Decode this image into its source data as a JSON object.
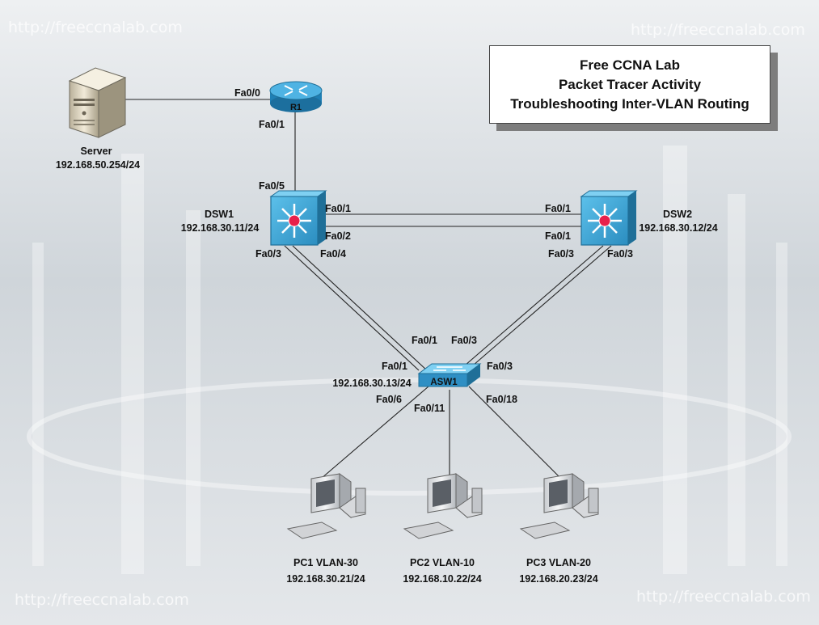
{
  "title": {
    "line1": "Free CCNA Lab",
    "line2": "Packet Tracer Activity",
    "line3": "Troubleshooting Inter-VLAN Routing"
  },
  "watermark": "http://freeccnalab.com",
  "devices": {
    "server": {
      "name": "Server",
      "ip": "192.168.50.254/24"
    },
    "r1": {
      "name": "R1"
    },
    "dsw1": {
      "name": "DSW1",
      "ip": "192.168.30.11/24"
    },
    "dsw2": {
      "name": "DSW2",
      "ip": "192.168.30.12/24"
    },
    "asw1": {
      "name": "ASW1",
      "ip": "192.168.30.13/24"
    },
    "pc1": {
      "name": "PC1 VLAN-30",
      "ip": "192.168.30.21/24"
    },
    "pc2": {
      "name": "PC2 VLAN-10",
      "ip": "192.168.10.22/24"
    },
    "pc3": {
      "name": "PC3 VLAN-20",
      "ip": "192.168.20.23/24"
    }
  },
  "ports": {
    "r1_fa00": "Fa0/0",
    "r1_fa01": "Fa0/1",
    "dsw1_fa05": "Fa0/5",
    "dsw1_fa01": "Fa0/1",
    "dsw1_fa02": "Fa0/2",
    "dsw1_fa03": "Fa0/3",
    "dsw1_fa04": "Fa0/4",
    "dsw2_fa01a": "Fa0/1",
    "dsw2_fa01b": "Fa0/1",
    "dsw2_fa03a": "Fa0/3",
    "dsw2_fa03b": "Fa0/3",
    "asw1_fa01a": "Fa0/1",
    "asw1_fa03a": "Fa0/3",
    "asw1_fa01b": "Fa0/1",
    "asw1_fa03b": "Fa0/3",
    "asw1_fa06": "Fa0/6",
    "asw1_fa011": "Fa0/11",
    "asw1_fa018": "Fa0/18"
  },
  "colors": {
    "switch": "#3aa3d4",
    "switch_dark": "#1f6f98",
    "router": "#2f8fc4",
    "center_dot": "#e8204a",
    "link": "#222222"
  }
}
